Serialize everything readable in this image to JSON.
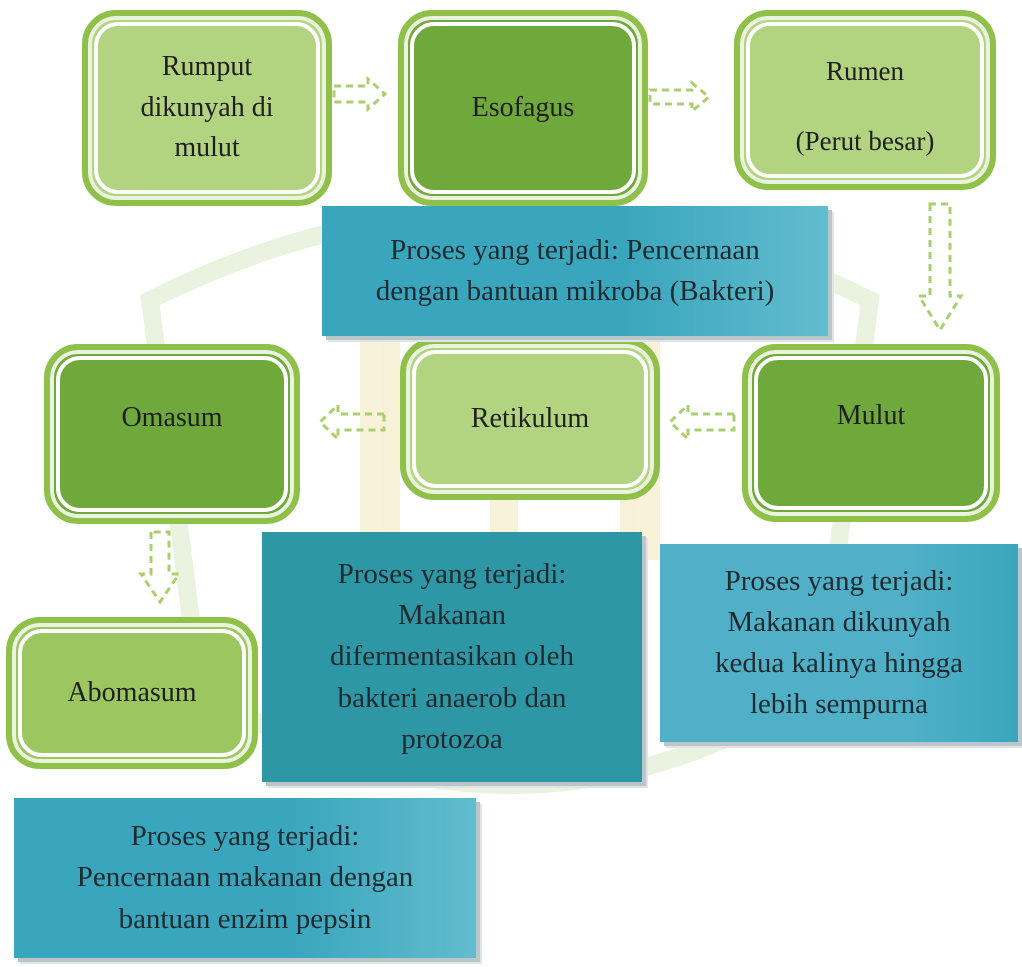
{
  "stages": {
    "rumput": "Rumput\ndikunyah di\nmulut",
    "esofagus": "Esofagus",
    "rumen": "Rumen\n\n(Perut besar)",
    "mulut": "Mulut",
    "retikulum": "Retikulum",
    "omasum": "Omasum",
    "abomasum": "Abomasum"
  },
  "processes": {
    "rumen": "Proses yang terjadi: Pencernaan\ndengan bantuan mikroba (Bakteri)",
    "retikulum": "Proses yang terjadi:\nMakanan\ndifermentasikan oleh\nbakteri  anaerob dan\nprotozoa",
    "mulut": "Proses yang terjadi:\nMakanan dikunyah\nkedua kalinya hingga\nlebih sempurna",
    "abomasum": "Proses yang terjadi:\nPencernaan makanan dengan\nbantuan enzim pepsin"
  },
  "colors": {
    "stage_border": "#8fc04a",
    "stage_dark": "#6fa83b",
    "stage_light": "#b2d37f",
    "process_teal": "#3aa6bd",
    "arrow": "#a9cf6f"
  }
}
